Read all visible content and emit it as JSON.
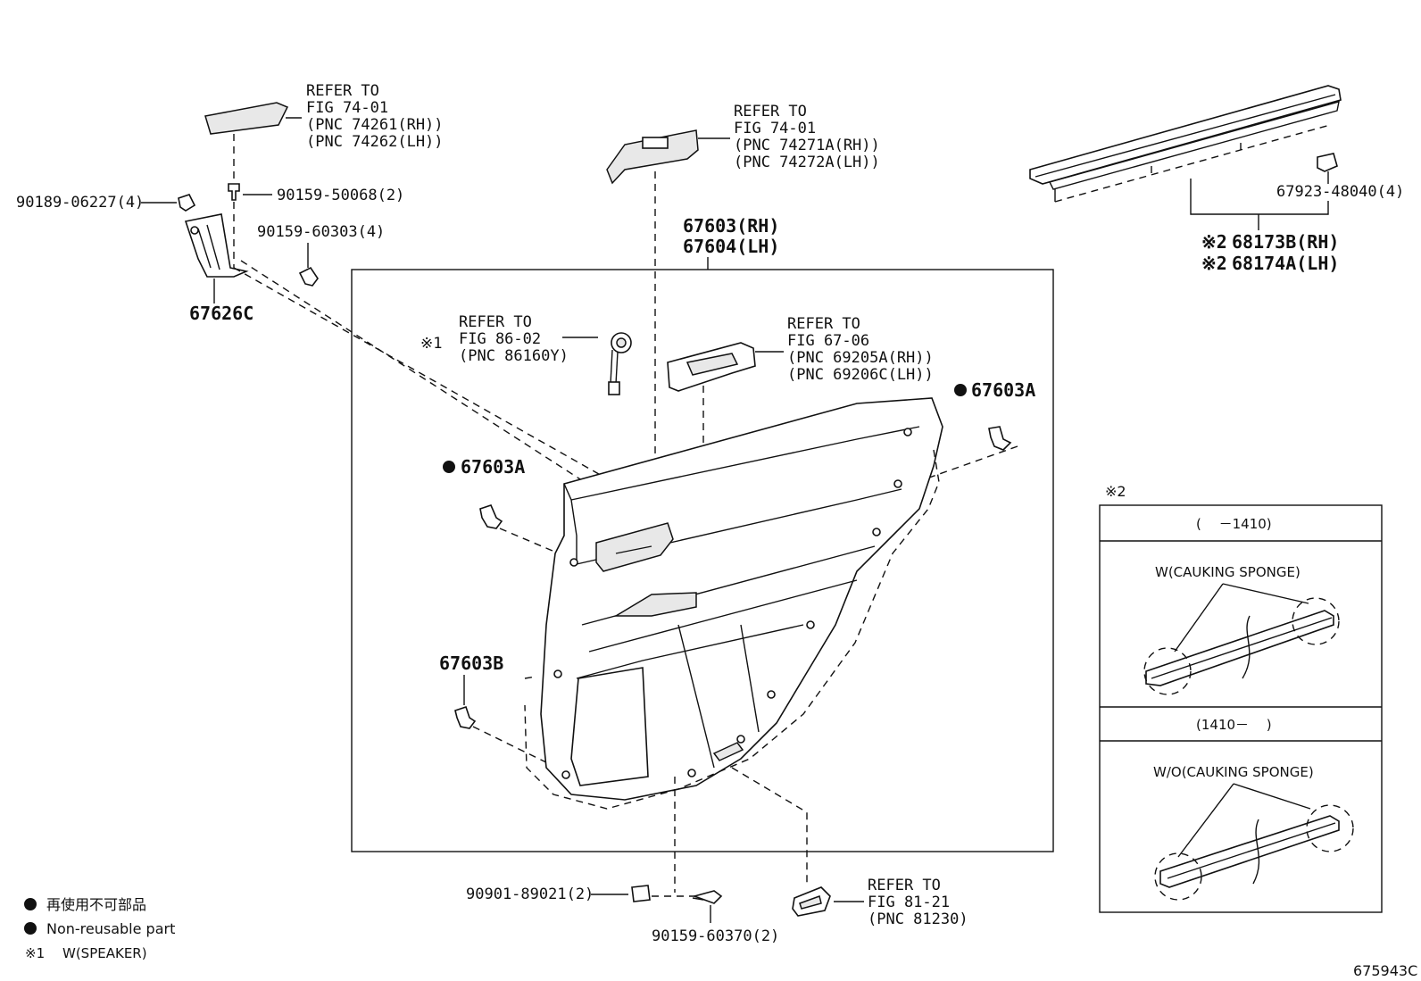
{
  "callouts": {
    "ref_74_01_a": [
      "REFER TO",
      "FIG 74-01",
      "(PNC 74261(RH))",
      "(PNC 74262(LH))"
    ],
    "ref_74_01_b": [
      "REFER TO",
      "FIG 74-01",
      "(PNC 74271A(RH))",
      "(PNC 74272A(LH))"
    ],
    "ref_86_02": [
      "REFER TO",
      "FIG 86-02",
      "(PNC 86160Y)"
    ],
    "ref_86_02_mark": "※1",
    "ref_67_06": [
      "REFER TO",
      "FIG 67-06",
      "(PNC 69205A(RH))",
      "(PNC 69206C(LH))"
    ],
    "ref_81_21": [
      "REFER TO",
      "FIG 81-21",
      "(PNC 81230)"
    ]
  },
  "parts": {
    "p90189": "90189-06227(4)",
    "p90159_50068": "90159-50068(2)",
    "p90159_60303": "90159-60303(4)",
    "p67626c": "67626C",
    "p67603_rh": "67603(RH)",
    "p67604_lh": "67604(LH)",
    "p67603a_left": "67603A",
    "p67603a_right": "67603A",
    "p67603b": "67603B",
    "p90901": "90901-89021(2)",
    "p90159_60370": "90159-60370(2)",
    "p67923": "67923-48040(4)",
    "p68173b": "68173B(RH)",
    "p68174a": "68174A(LH)",
    "p68_mark": "※2"
  },
  "inset": {
    "mark": "※2",
    "row1_header": "(　 －1410)",
    "row1_label": "W(CAUKING SPONGE)",
    "row2_header": "(1410－　 )",
    "row2_label": "W/O(CAUKING SPONGE)"
  },
  "legend": {
    "jp": "再使用不可部品",
    "en": "Non-reusable part",
    "note_mark": "※1",
    "note_text": "W(SPEAKER)"
  },
  "figure_code": "675943C"
}
